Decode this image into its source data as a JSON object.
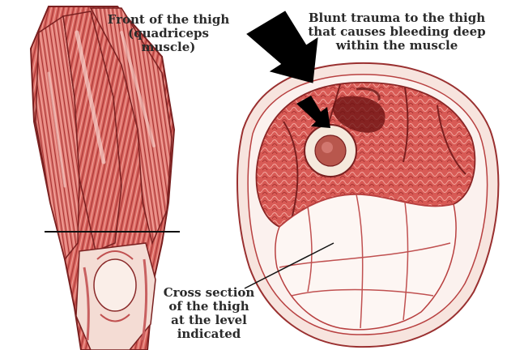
{
  "labels": {
    "front": "Front of the thigh\n(quadriceps\nmuscle)",
    "trauma": "Blunt trauma to the thigh\nthat causes bleeding deep\nwithin the muscle",
    "cross_section": "Cross section\nof the thigh\nat the level\nindicated"
  },
  "colors": {
    "muscle": "#c94a4a",
    "muscle_light": "#e98f8a",
    "muscle_pale": "#f6d3cc",
    "outline": "#8a2525",
    "bone": "#f3e6d6",
    "marrow": "#b8574d",
    "arrow": "#000000",
    "line": "#111111"
  },
  "icons": {
    "trauma_arrow": "down-right-arrow-icon",
    "bleed_arrow": "down-right-arrow-icon"
  }
}
